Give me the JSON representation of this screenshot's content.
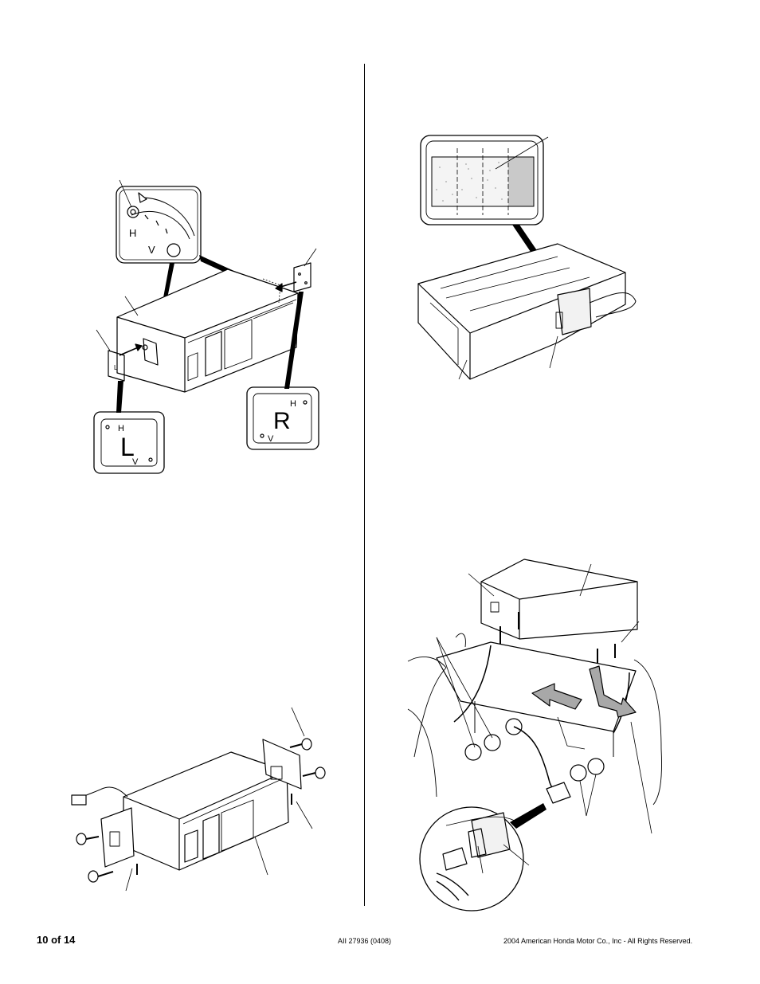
{
  "footer": {
    "page_number": "10 of 14",
    "doc_code": "AII 27936 (0408)",
    "copyright": "2004 American Honda Motor Co., Inc - All Rights Reserved."
  },
  "dial_inset": {
    "h_label": "H",
    "v_label": "V"
  },
  "left_plate": {
    "h_label": "H",
    "big_letter": "L",
    "v_label": "V"
  },
  "right_plate": {
    "h_label": "H",
    "big_letter": "R",
    "v_label": "V"
  }
}
